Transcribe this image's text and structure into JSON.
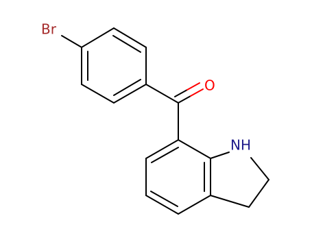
{
  "molecule": {
    "atoms": {
      "bromine": {
        "label": "Br",
        "color": "#a52a2a"
      },
      "oxygen": {
        "label": "O",
        "color": "#ff0000"
      },
      "nitrogen": {
        "label": "NH",
        "color": "#1e1a8a"
      }
    },
    "bond_color": "#000000"
  }
}
